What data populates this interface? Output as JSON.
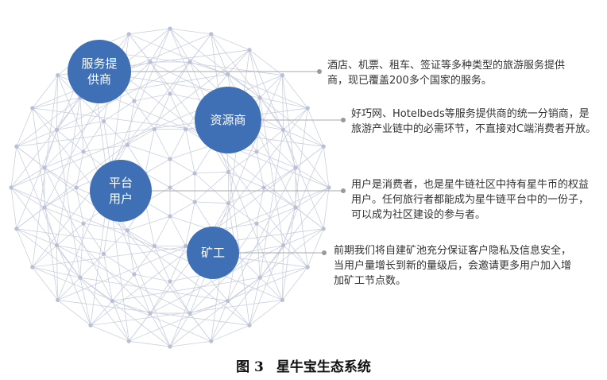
{
  "nodes": [
    {
      "id": "service-provider",
      "label_lines": [
        "服务提",
        "供商"
      ]
    },
    {
      "id": "resource-provider",
      "label_lines": [
        "资源商"
      ]
    },
    {
      "id": "platform-user",
      "label_lines": [
        "平台",
        "用户"
      ]
    },
    {
      "id": "miner",
      "label_lines": [
        "矿工"
      ]
    }
  ],
  "descriptions": [
    {
      "id": "service-provider",
      "lines": [
        "酒店、机票、租车、签证等多种类型的旅游服务提供",
        "商，现已覆盖200多个国家的服务。"
      ]
    },
    {
      "id": "resource-provider",
      "lines": [
        "好巧网、Hotelbeds等服务提供商的统一分销商，是",
        "旅游产业链中的必需环节，不直接对C端消费者开放。"
      ]
    },
    {
      "id": "platform-user",
      "lines": [
        "用户是消费者，也是星牛链社区中持有星牛币的权益",
        "用户。任何旅行者都能成为星牛链平台中的一份子，",
        "可以成为社区建设的参与者。"
      ]
    },
    {
      "id": "miner",
      "lines": [
        "前期我们将自建矿池充分保证客户隐私及信息安全，",
        "当用户量增长到新的量级后，会邀请更多用户加入增",
        "加矿工节点数。"
      ]
    }
  ],
  "caption": {
    "figure": "图 3",
    "title": "星牛宝生态系统"
  },
  "colors": {
    "node_fill": "#3f6fb5",
    "network_line": "#c9cfe0",
    "network_dot": "#b9c0d6",
    "connector": "#aaaaaa"
  }
}
